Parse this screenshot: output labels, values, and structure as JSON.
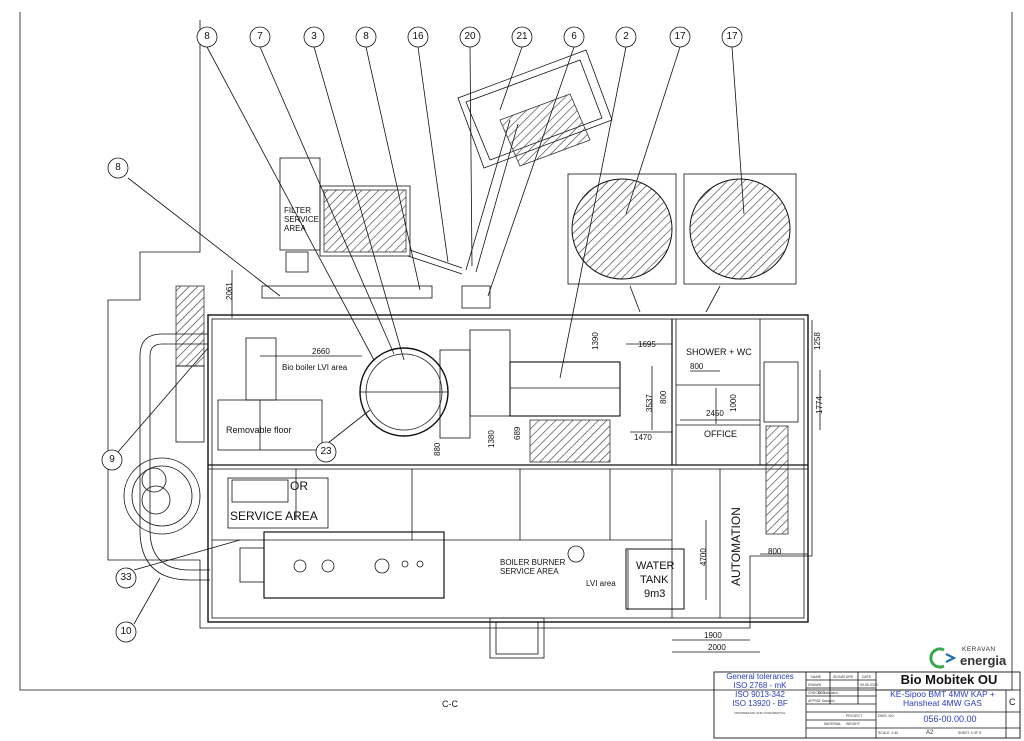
{
  "balloons": [
    "8",
    "7",
    "3",
    "8",
    "16",
    "20",
    "21",
    "6",
    "2",
    "17",
    "17",
    "8",
    "9",
    "23",
    "33",
    "10"
  ],
  "rooms": {
    "filter_service": [
      "FILTER",
      "SERVICE",
      "AREA"
    ],
    "bio_boiler_lvi": "Bio boiler LVI area",
    "removable_floor": "Removable floor",
    "shower_wc": "SHOWER + WC",
    "office": "OFFICE",
    "service_area_or": "OR",
    "service_area": "SERVICE AREA",
    "boiler_burner": [
      "BOILER BURNER",
      "SERVICE AREA"
    ],
    "lvi_area": "LVI area",
    "water_tank": [
      "WATER",
      "TANK",
      "9m3"
    ],
    "automation": "AUTOMATION"
  },
  "dimensions": {
    "d2061": "2061",
    "d2660": "2660",
    "d1390": "1390",
    "d1695": "1695",
    "d1258": "1258",
    "d800a": "800",
    "d1000": "1000",
    "d3537": "3537",
    "d800b": "800",
    "d2450": "2450",
    "d1774": "1774",
    "d1470": "1470",
    "d689": "689",
    "d1380": "1380",
    "d880": "880",
    "d4700": "4700",
    "d800c": "800",
    "d1900": "1900",
    "d2000": "2000"
  },
  "section_label": "C-C",
  "title_block": {
    "tolerances_title": "General tolerances",
    "tol1": "ISO 2768 - mK",
    "tol2": "ISO 9013-342",
    "tol3": "ISO 13920 - BF",
    "proprietary": "PROPRIETARY AND CONFIDENTIAL",
    "col_name": "NAME",
    "col_signature": "SIGNATURE",
    "col_date": "DATE",
    "row_drawn": "DRAWN",
    "row_checked": "CHECKED",
    "row_approved": "APPVD",
    "checked_name": "D. Galmakov",
    "approved_name": "J. Karanov",
    "date_value": "09.06.2023",
    "material_label": "MATERIAL",
    "weight_label": "WEIGHT",
    "project_label": "PROJECT",
    "drawing_no_label": "DWG. NO.",
    "scale_label": "SCALE: 1:40",
    "sheet_label": "SHEET 4 OF 8",
    "size_value": "A2",
    "company": "Bio Mobitek OU",
    "project_title": "KE-Sipoo BMT 4MW KAP + Hansheat 4MW GAS",
    "drawing_number": "056-00.00.00",
    "revision": "C",
    "logo_top": "KERAVAN",
    "logo_bottom": "energia"
  },
  "colors": {
    "line": "#111111",
    "hatch": "#333333",
    "title_blue": "#2a3cc4",
    "logo_green": "#3aa64a",
    "logo_blue": "#1f6fb5"
  }
}
